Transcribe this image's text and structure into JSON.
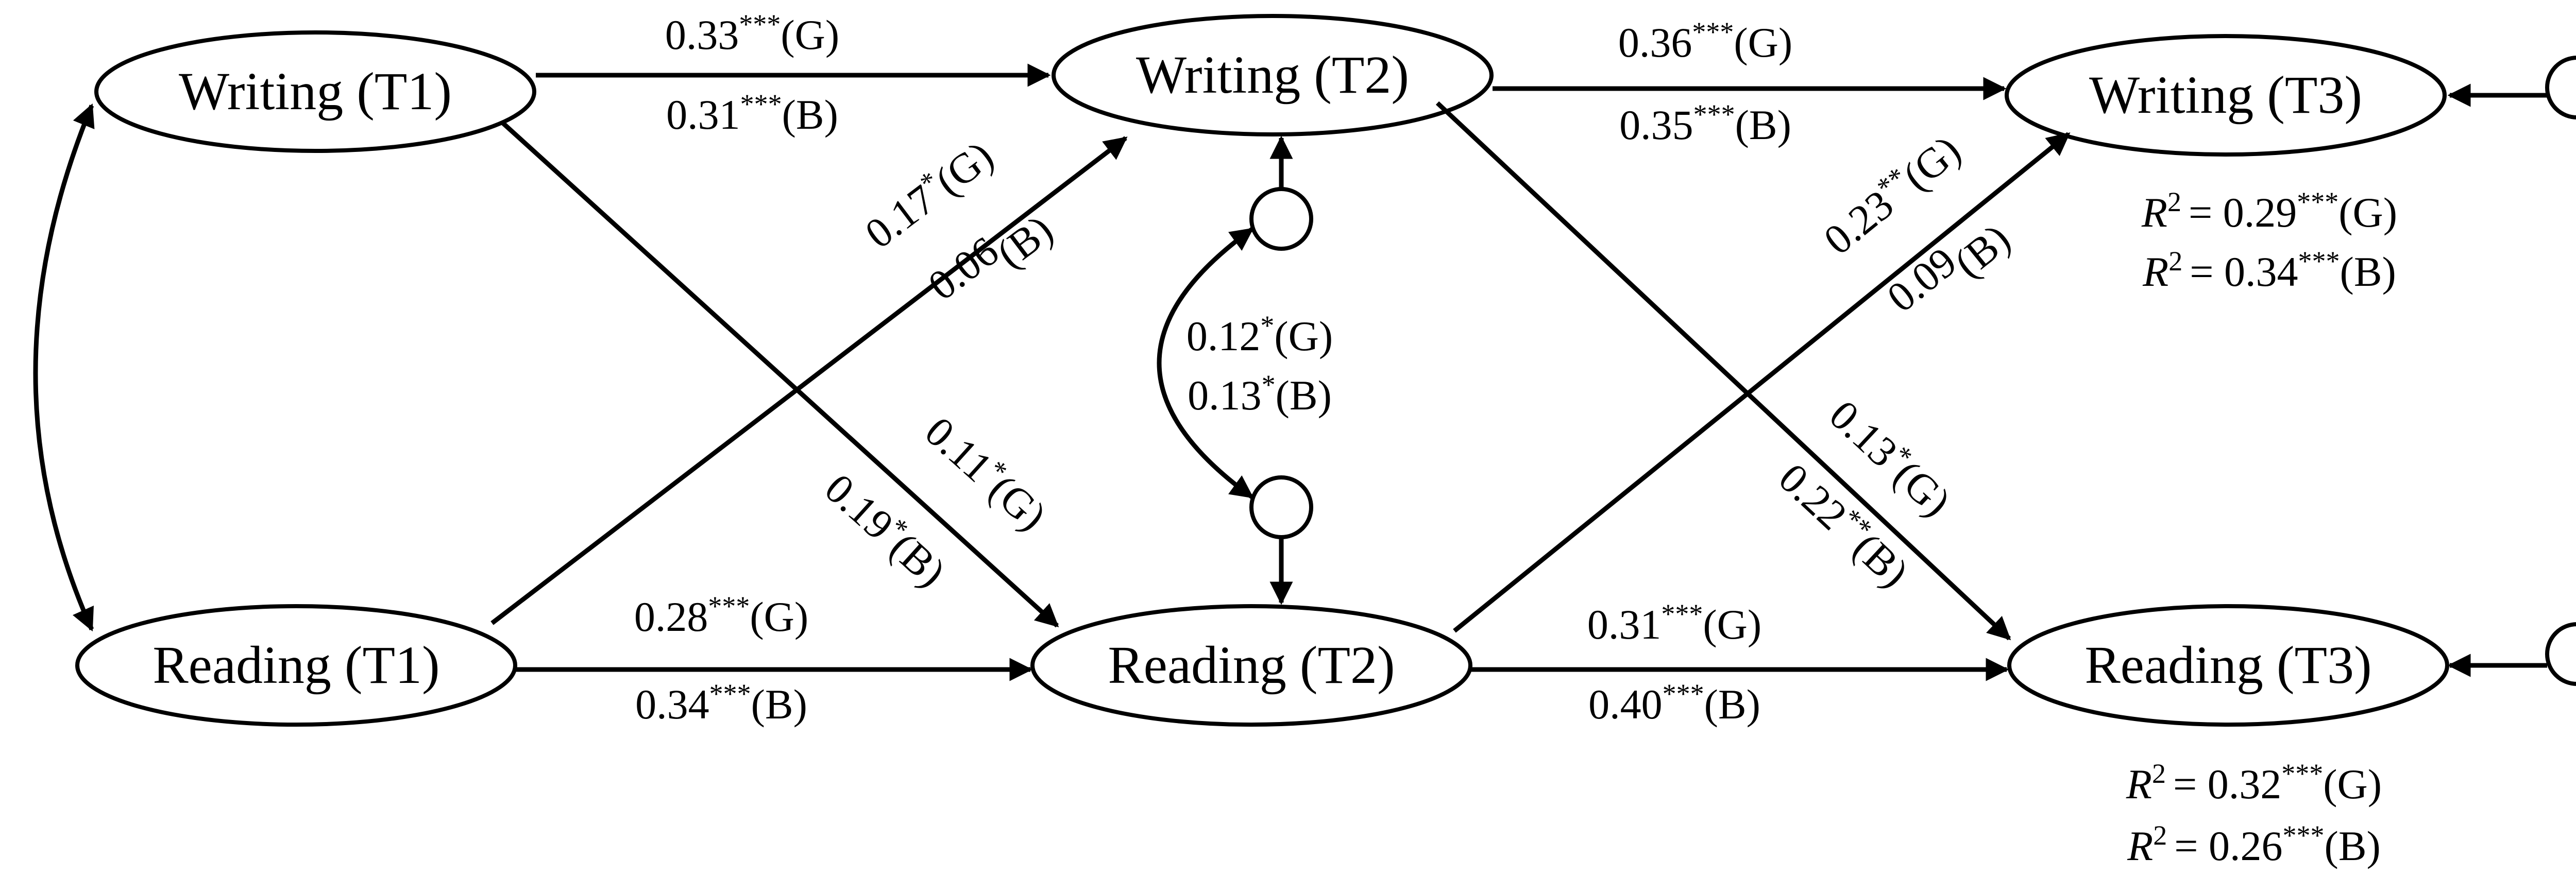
{
  "nodes": {
    "w1": "Writing (T1)",
    "w2": "Writing (T2)",
    "w3": "Writing (T3)",
    "r1": "Reading (T1)",
    "r2": "Reading (T2)",
    "r3": "Reading (T3)"
  },
  "paths": {
    "w1_w2_g": {
      "value": "0.33",
      "sig": "***",
      "group": "(G)"
    },
    "w1_w2_b": {
      "value": "0.31",
      "sig": "***",
      "group": "(B)"
    },
    "w2_w3_g": {
      "value": "0.36",
      "sig": "***",
      "group": "(G)"
    },
    "w2_w3_b": {
      "value": "0.35",
      "sig": "***",
      "group": "(B)"
    },
    "r1_r2_g": {
      "value": "0.28",
      "sig": "***",
      "group": "(G)"
    },
    "r1_r2_b": {
      "value": "0.34",
      "sig": "***",
      "group": "(B)"
    },
    "r2_r3_g": {
      "value": "0.31",
      "sig": "***",
      "group": "(G)"
    },
    "r2_r3_b": {
      "value": "0.40",
      "sig": "***",
      "group": "(B)"
    },
    "r1_w2_g": {
      "value": "0.17",
      "sig": "*",
      "group": "(G)"
    },
    "r1_w2_b": {
      "value": "0.06",
      "sig": "",
      "group": "(B)"
    },
    "w1_r2_g": {
      "value": "0.11",
      "sig": "*",
      "group": "(G)"
    },
    "w1_r2_b": {
      "value": "0.19",
      "sig": "*",
      "group": "(B)"
    },
    "r2_w3_g": {
      "value": "0.23",
      "sig": "**",
      "group": "(G)"
    },
    "r2_w3_b": {
      "value": "0.09",
      "sig": "",
      "group": "(B)"
    },
    "w2_r3_g": {
      "value": "0.13",
      "sig": "*",
      "group": "(G)"
    },
    "w2_r3_b": {
      "value": "0.22",
      "sig": "**",
      "group": "(B)"
    }
  },
  "residual_covariance": {
    "g": {
      "value": "0.12",
      "sig": "*",
      "group": "(G)"
    },
    "b": {
      "value": "0.13",
      "sig": "*",
      "group": "(B)"
    }
  },
  "r_squared": {
    "symbol": "R",
    "exponent": "2",
    "writing_t3_g": {
      "value": "= 0.29",
      "sig": "***",
      "group": "(G)"
    },
    "writing_t3_b": {
      "value": "= 0.34",
      "sig": "***",
      "group": "(B)"
    },
    "reading_t3_g": {
      "value": "= 0.32",
      "sig": "***",
      "group": "(G)"
    },
    "reading_t3_b": {
      "value": "= 0.26",
      "sig": "***",
      "group": "(B)"
    }
  },
  "colors": {
    "stroke": "#000000",
    "background": "#ffffff"
  }
}
